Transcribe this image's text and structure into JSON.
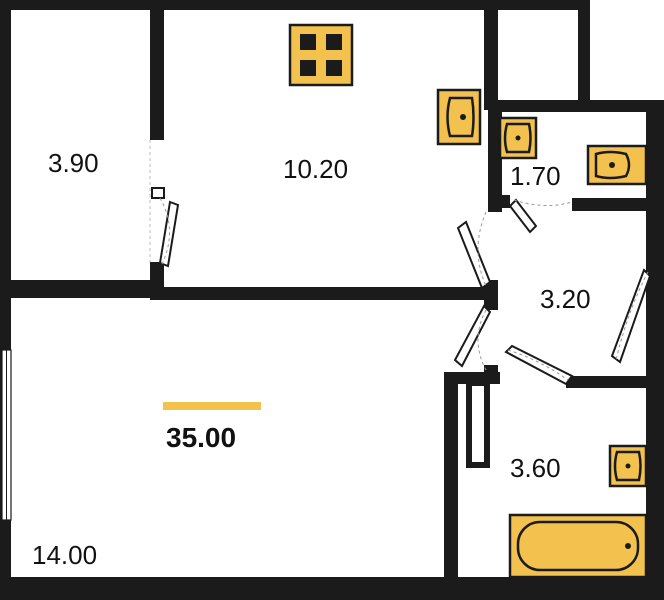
{
  "floorplan": {
    "total_area": "35.00",
    "rooms": [
      {
        "id": "storage",
        "area": "3.90"
      },
      {
        "id": "kitchen",
        "area": "10.20"
      },
      {
        "id": "toilet",
        "area": "1.70"
      },
      {
        "id": "hallway",
        "area": "3.20"
      },
      {
        "id": "bathroom",
        "area": "3.60"
      },
      {
        "id": "living-room",
        "area": "14.00"
      }
    ]
  },
  "colors": {
    "wall": "#1b1b1b",
    "fixture": "#f2c14e",
    "accent_bar": "#f2c14e",
    "background": "#ffffff"
  },
  "icons": [
    "stove-icon",
    "sink-icon",
    "washbasin-icon",
    "toilet-icon",
    "bathtub-icon"
  ]
}
